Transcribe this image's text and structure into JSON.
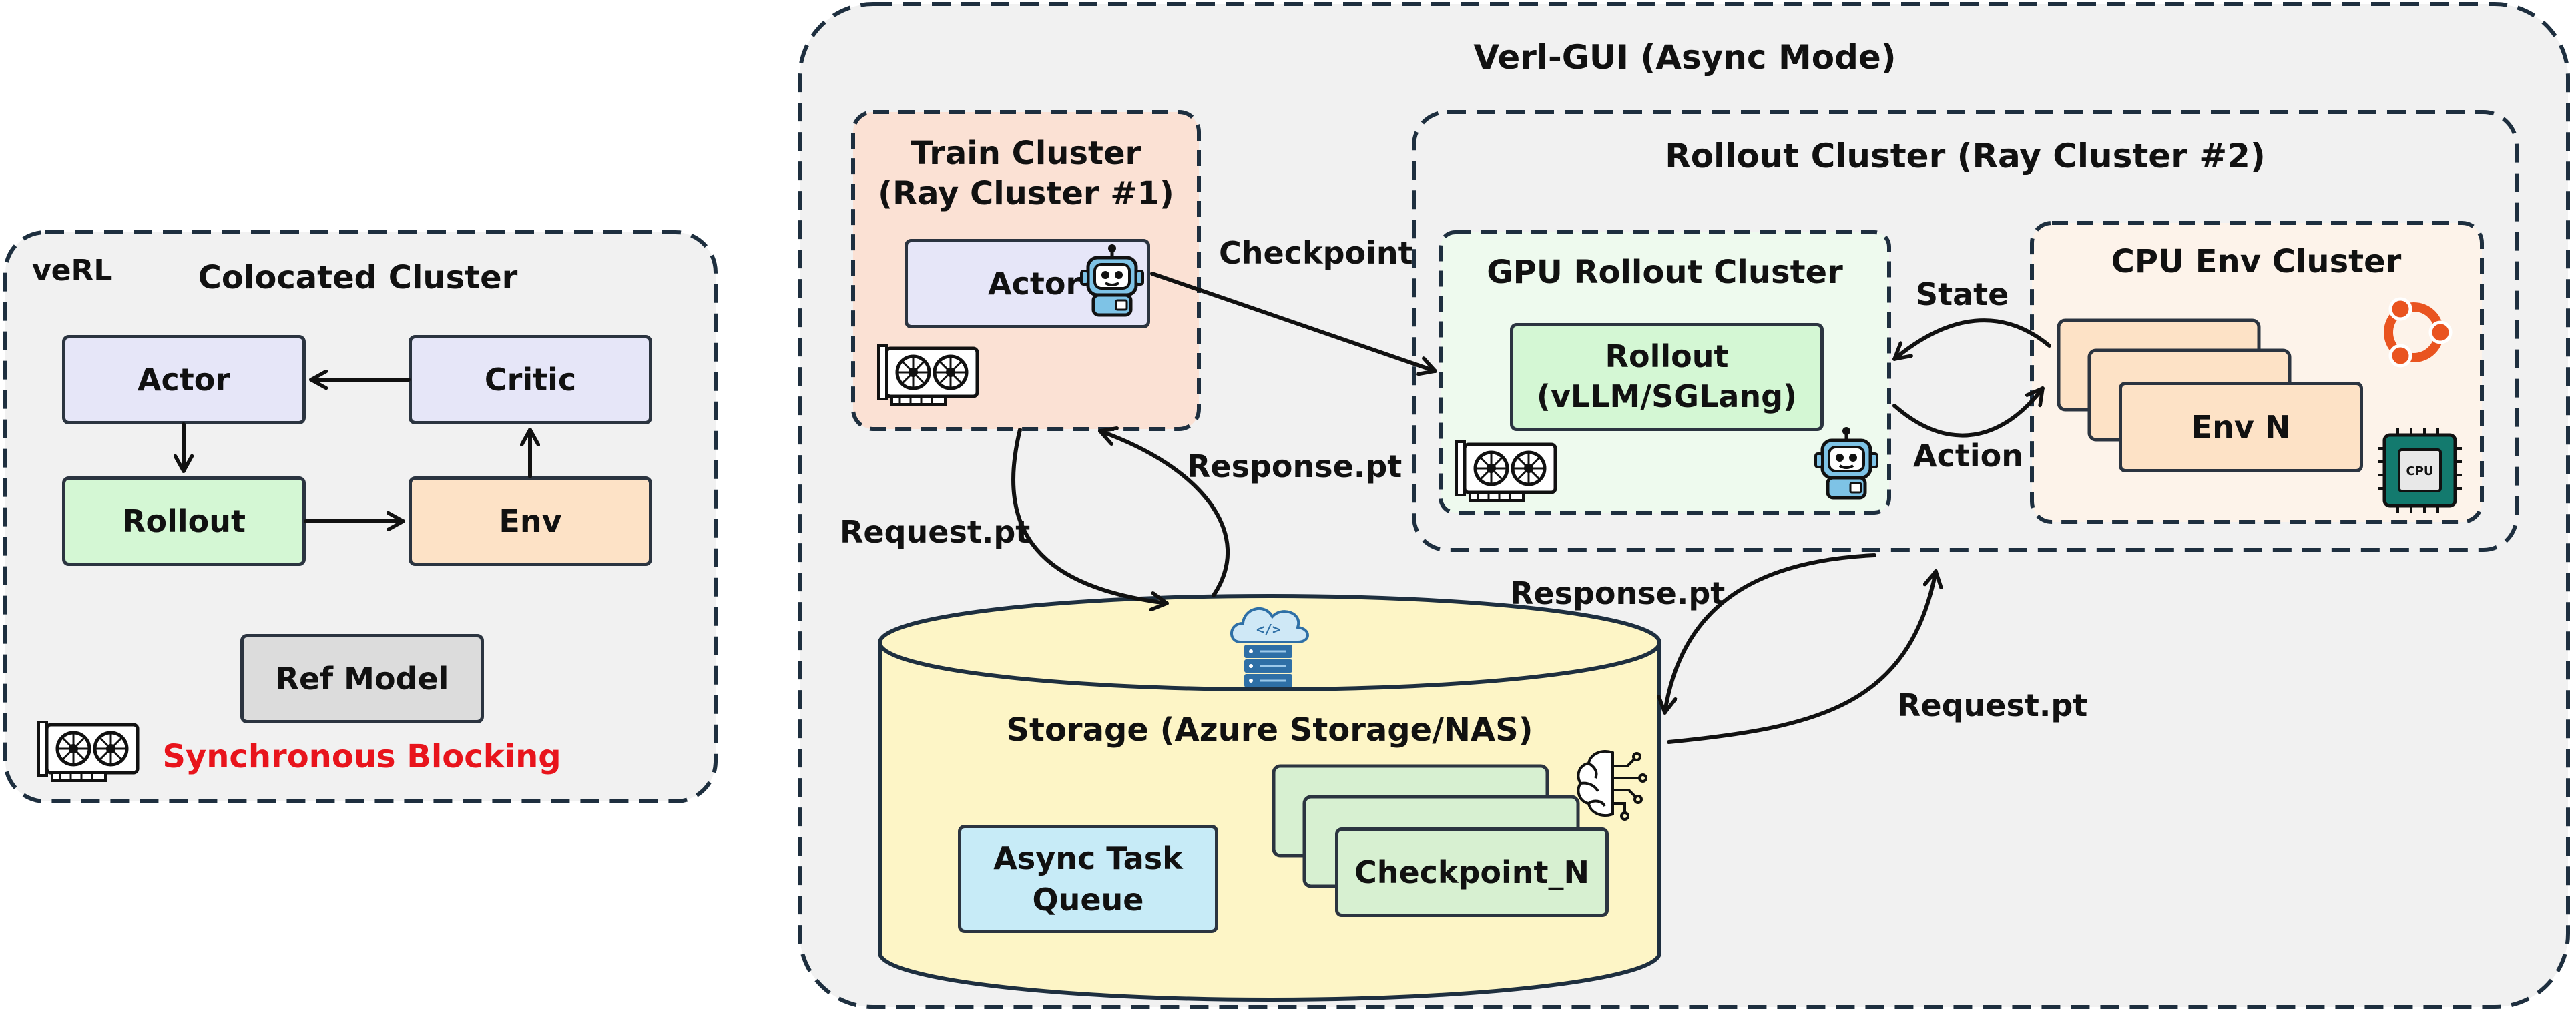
{
  "colors": {
    "panel_fill": "#f1f1f1",
    "dash_border": "#1e2f3f",
    "actor_fill": "#e6e6f8",
    "rollout_fill": "#d4f7d4",
    "env_fill": "#fde2c6",
    "ref_fill": "#dcdcdc",
    "train_fill": "#fbe1d4",
    "gpu_cluster_fill": "#eefaee",
    "cpu_cluster_fill": "#fdf3ea",
    "storage_fill": "#fdf5c6",
    "queue_fill": "#c7ebf7",
    "checkpoint_fill": "#d7f0d1",
    "blocking_text": "#e8141c"
  },
  "verl": {
    "tag": "veRL",
    "title": "Colocated Cluster",
    "actor": "Actor",
    "critic": "Critic",
    "rollout": "Rollout",
    "env": "Env",
    "ref_model": "Ref Model",
    "blocking": "Synchronous Blocking",
    "gpu_icon": "gpu-card-icon"
  },
  "verl_gui": {
    "title": "Verl-GUI (Async Mode)",
    "train_cluster": {
      "title_line1": "Train Cluster",
      "title_line2": "(Ray Cluster #1)",
      "actor": "Actor",
      "robot_icon": "robot-icon",
      "gpu_icon": "gpu-card-icon"
    },
    "rollout_cluster": {
      "title": "Rollout Cluster (Ray Cluster #2)",
      "gpu_cluster": {
        "title": "GPU Rollout Cluster",
        "rollout_line1": "Rollout",
        "rollout_line2": "(vLLM/SGLang)",
        "gpu_icon": "gpu-card-icon",
        "robot_icon": "robot-icon"
      },
      "cpu_cluster": {
        "title": "CPU Env Cluster",
        "env_n": "Env N",
        "ubuntu_icon": "ubuntu-icon",
        "cpu_icon": "cpu-chip-icon",
        "cpu_chip_text": "CPU"
      }
    },
    "edges": {
      "checkpoint": "Checkpoint",
      "state": "State",
      "action": "Action",
      "request_left": "Request.pt",
      "response_left": "Response.pt",
      "response_right": "Response.pt",
      "request_right": "Request.pt"
    },
    "storage": {
      "title": "Storage (Azure Storage/NAS)",
      "queue_line1": "Async Task",
      "queue_line2": "Queue",
      "checkpoint_n": "Checkpoint_N",
      "cloud_icon": "cloud-server-icon",
      "brain_icon": "brain-circuit-icon",
      "cloud_text": "</>"
    }
  }
}
